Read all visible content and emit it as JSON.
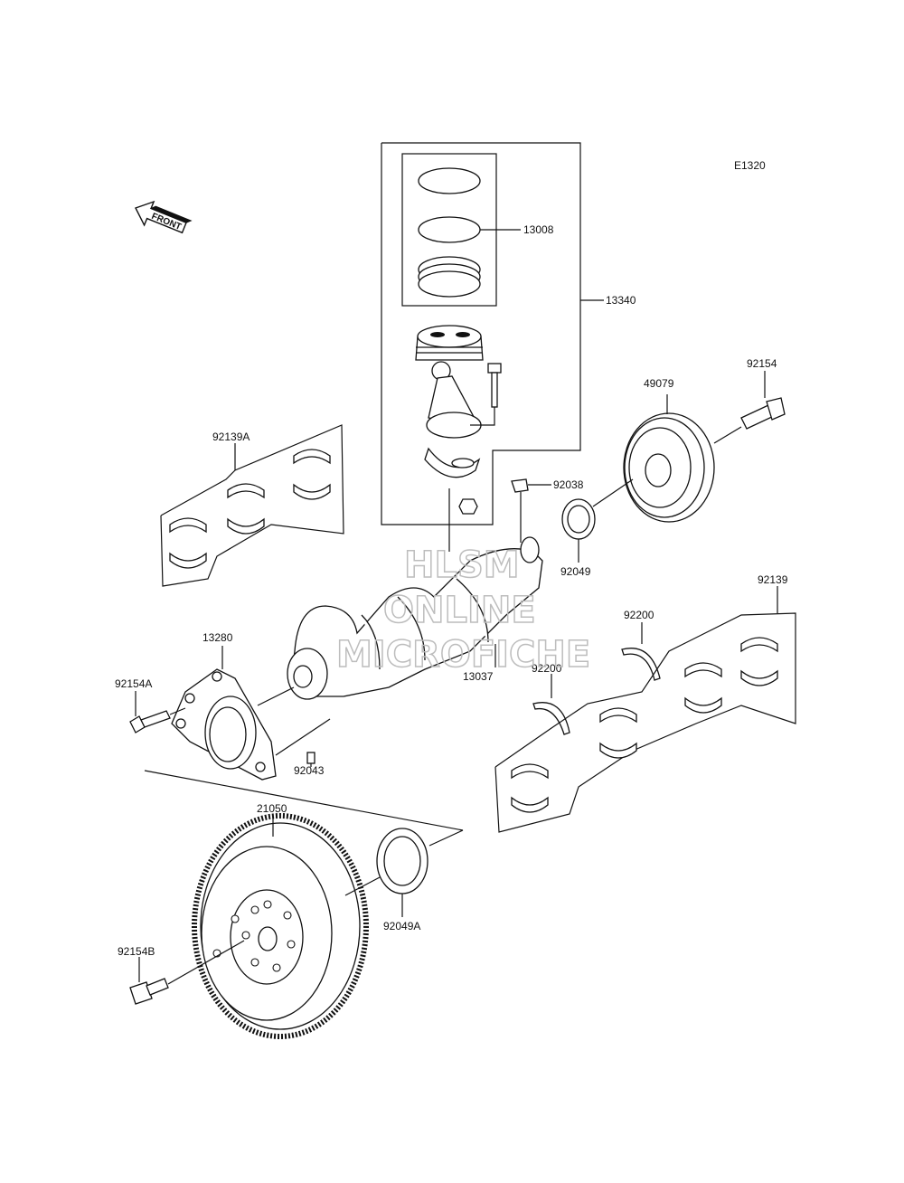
{
  "diagram_code": "E1320",
  "front_label": "FRONT",
  "watermark": [
    "HLSM",
    "ONLINE",
    "MICROFICHE"
  ],
  "callouts": {
    "p13008": "13008",
    "p13340": "13340",
    "p92154": "92154",
    "p49079": "49079",
    "p92139A": "92139A",
    "p92038": "92038",
    "p92049": "92049",
    "p92139": "92139",
    "p92200a": "92200",
    "p92200b": "92200",
    "p13280": "13280",
    "p13037": "13037",
    "p92154A": "92154A",
    "p92043": "92043",
    "p21050": "21050",
    "p92049A": "92049A",
    "p92154B": "92154B"
  }
}
